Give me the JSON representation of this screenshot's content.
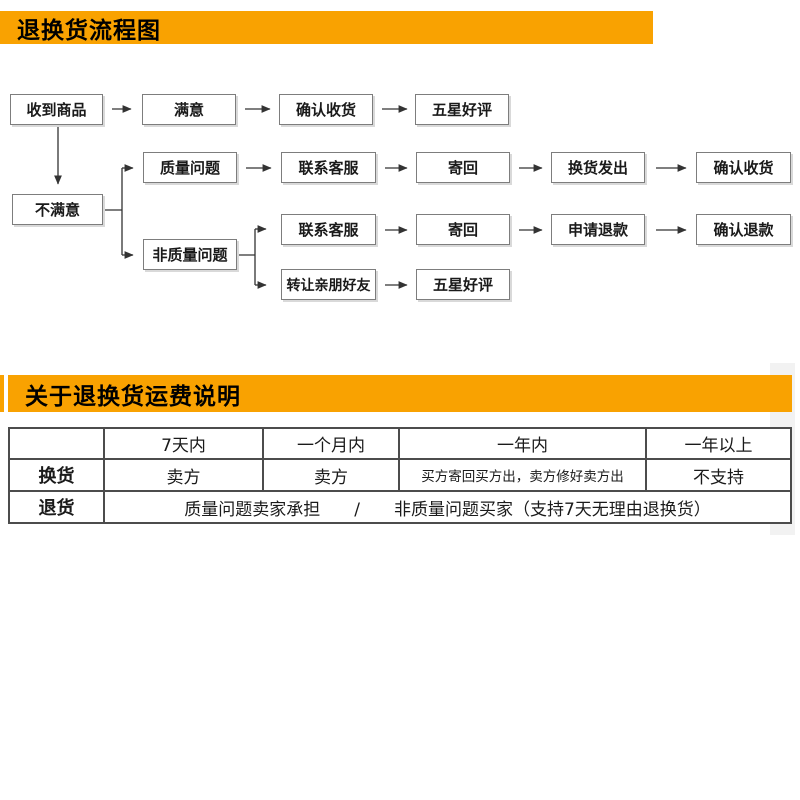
{
  "colors": {
    "accent_orange": "#F9A201",
    "flow_box_border": "#7d7d7d",
    "flow_box_shadow": "#d9d9d9",
    "table_border": "#4c4c4c",
    "text": "#1a1a1a"
  },
  "section_flow": {
    "banner_title": "退换货流程图",
    "boxes": [
      {
        "id": "received-goods",
        "label": "收到商品"
      },
      {
        "id": "satisfied",
        "label": "满意"
      },
      {
        "id": "confirm-receipt-1",
        "label": "确认收货"
      },
      {
        "id": "five-star-1",
        "label": "五星好评"
      },
      {
        "id": "quality-issue",
        "label": "质量问题"
      },
      {
        "id": "contact-cs-1",
        "label": "联系客服"
      },
      {
        "id": "send-back-1",
        "label": "寄回"
      },
      {
        "id": "exchange-shipped",
        "label": "换货发出"
      },
      {
        "id": "confirm-receipt-2",
        "label": "确认收货"
      },
      {
        "id": "unsatisfied",
        "label": "不满意"
      },
      {
        "id": "non-quality-issue",
        "label": "非质量问题"
      },
      {
        "id": "contact-cs-2",
        "label": "联系客服"
      },
      {
        "id": "send-back-2",
        "label": "寄回"
      },
      {
        "id": "apply-refund",
        "label": "申请退款"
      },
      {
        "id": "confirm-refund",
        "label": "确认退款"
      },
      {
        "id": "transfer-friends",
        "label": "转让亲朋好友"
      },
      {
        "id": "five-star-2",
        "label": "五星好评"
      }
    ]
  },
  "section_fee": {
    "banner_title": "关于退换货运费说明",
    "table": {
      "headers": [
        "",
        "7天内",
        "一个月内",
        "一年内",
        "一年以上"
      ],
      "rows": [
        {
          "label": "换货",
          "cells": [
            "卖方",
            "卖方",
            "买方寄回买方出，卖方修好卖方出",
            "不支持"
          ]
        },
        {
          "label": "退货",
          "cells": [
            "质量问题卖家承担　　/　　非质量问题买家（支持7天无理由退换货）"
          ]
        }
      ]
    }
  }
}
